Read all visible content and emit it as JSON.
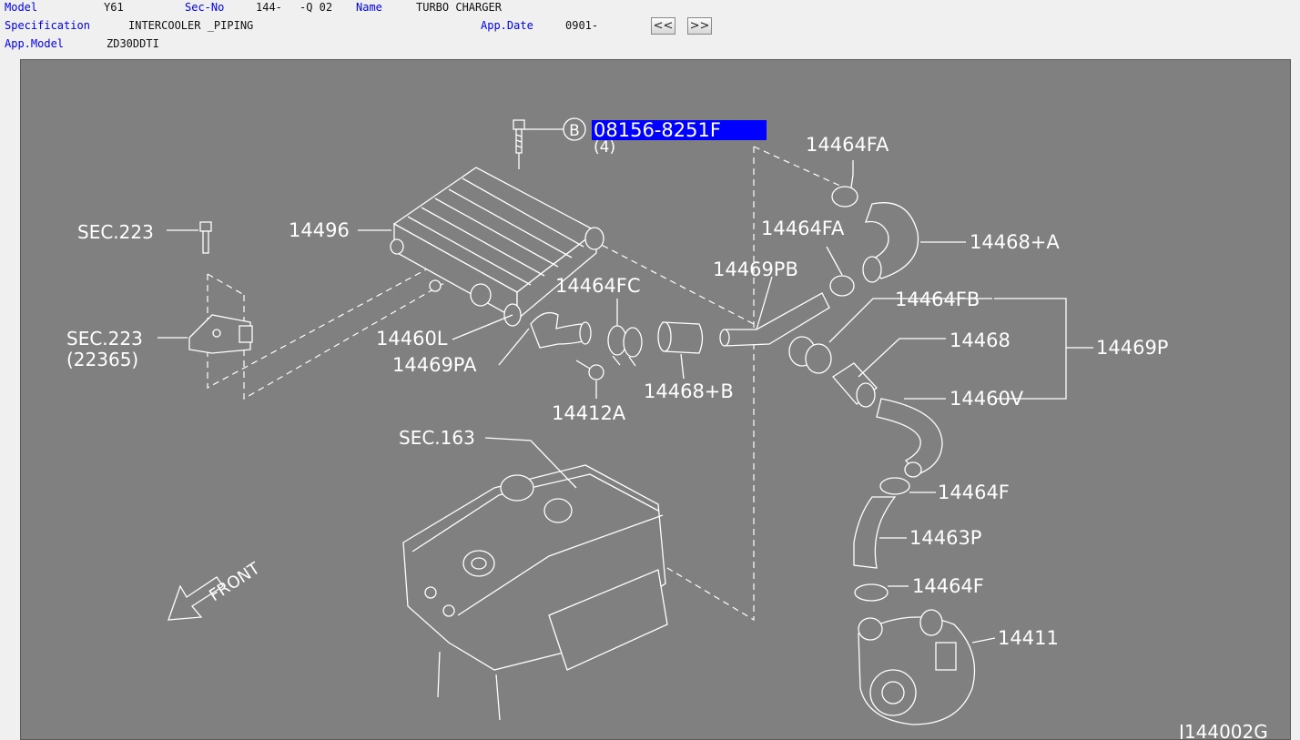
{
  "header": {
    "model_label": "Model",
    "model_value": "Y61",
    "secno_label": "Sec-No",
    "secno_value": "144-",
    "secno_suffix": "-Q 02",
    "name_label": "Name",
    "name_value": "TURBO CHARGER",
    "spec_label": "Specification",
    "spec_value": "INTERCOOLER _PIPING",
    "appdate_label": "App.Date",
    "appdate_value": "0901-",
    "appmodel_label": "App.Model",
    "appmodel_value": "ZD30DDTI",
    "prev_button": "<<",
    "next_button": ">>"
  },
  "diagram": {
    "highlight_part": "08156-8251F",
    "highlight_qty": "(4)",
    "callout_letter": "B",
    "drawing_code": "J144002G",
    "front_label": "FRONT",
    "labels": {
      "p14464FA_top": "14464FA",
      "p14468A": "14468+A",
      "p14464FA_mid": "14464FA",
      "p14469PB": "14469PB",
      "p14464FC": "14464FC",
      "p14464FB": "14464FB",
      "p14468": "14468",
      "p14469P": "14469P",
      "p14460V": "14460V",
      "p14496": "14496",
      "p14460L": "14460L",
      "p14469PA": "14469PA",
      "p14468B": "14468+B",
      "p14412A": "14412A",
      "sec163": "SEC.163",
      "sec223_top": "SEC.223",
      "sec223_bot": "SEC.223",
      "sec223_sub": "(22365)",
      "p14464F_a": "14464F",
      "p14463P": "14463P",
      "p14464F_b": "14464F",
      "p14411": "14411"
    }
  }
}
